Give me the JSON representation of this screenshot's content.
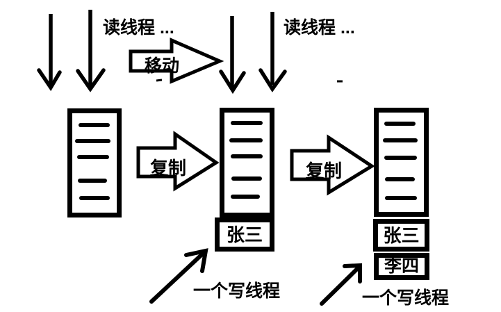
{
  "colors": {
    "ink": "#000000",
    "paper": "#ffffff"
  },
  "readers": {
    "left_label": "读线程 ...",
    "middle_label": "读线程 ..."
  },
  "transition_arrows": {
    "move_label": "移动",
    "copy_label_1": "复制",
    "copy_label_2": "复制"
  },
  "arrays": {
    "original": {
      "items": []
    },
    "first_copy": {
      "items": [
        "张三"
      ]
    },
    "second_copy": {
      "items": [
        "张三",
        "李四"
      ]
    }
  },
  "writers": {
    "left_label": "一个写线程",
    "right_label": "一个写线程"
  }
}
